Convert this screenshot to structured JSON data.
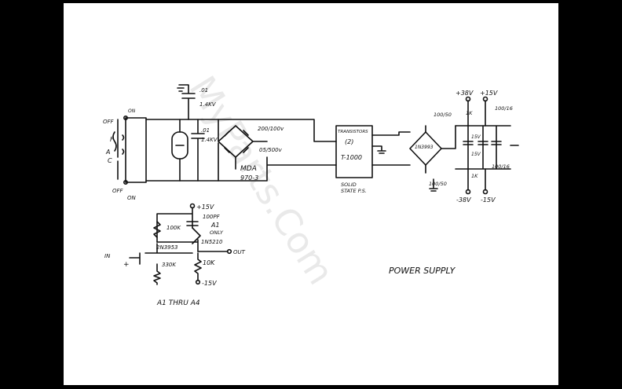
{
  "watermark": "MyParts.Com",
  "labels": {
    "off_top": "OFF",
    "on_top": "ON",
    "f": "F",
    "ac_a": "A",
    "ac_c": "C",
    "off_bottom": "OFF",
    "on_bottom": "ON",
    "cap_01": ".01",
    "cap_14kv": "1.4KV",
    "cap_01b": ".01",
    "cap_14kvb": "1.4KV",
    "v200": "200/100v",
    "v500": "05/500v",
    "mda": "MDA",
    "mda_num": "970-3",
    "transistors": "TRANSISTORS",
    "two": "(2)",
    "t1000": "T-1000",
    "solid": "SOLID",
    "state": "STATE P.S.",
    "diode": "1N3993",
    "p38": "+38V",
    "p15": "+15V",
    "r1k": "1K",
    "c100_16a": "100/16",
    "c100_50a": "100/50",
    "v15a": "15V",
    "v15b": "15V",
    "c100_16b": "100/16",
    "c100_50b": "100/50",
    "r1k_b": "1K",
    "m38": "-38V",
    "m15": "-15V",
    "p15v": "+15V",
    "c100pf": "100PF",
    "r100k": "100K",
    "a1": "A1",
    "only": "ONLY",
    "zener": "1N5210",
    "trans": "2N3953",
    "in": "IN",
    "plus": "+",
    "r330k": "330K",
    "out": "OUT",
    "r10k": "10K",
    "m15v": "-15V",
    "a1thru": "A1 THRU A4",
    "power_supply": "POWER SUPPLY"
  }
}
